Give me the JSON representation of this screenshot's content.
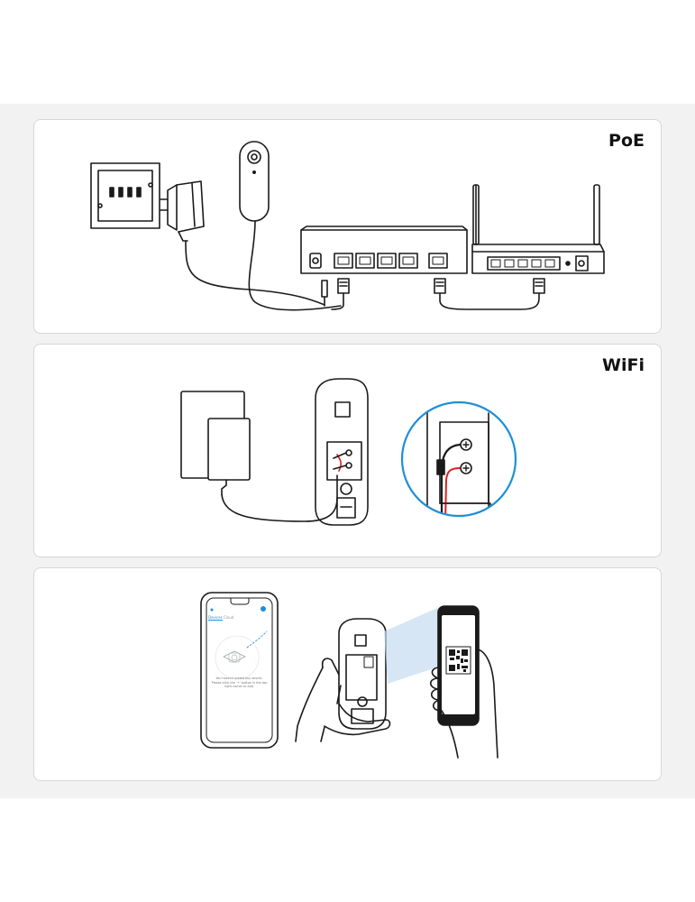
{
  "panels": {
    "poe": {
      "title": "PoE"
    },
    "wifi": {
      "title": "WiFi"
    },
    "app": {
      "phone_tab_active": "Devices",
      "phone_tab_inactive": "Cloud",
      "phone_message": "You haven't added any device. Please click the '+' button in the top right corner to add."
    }
  },
  "colors": {
    "line": "#1a1a1a",
    "accent_blue": "#1f8fd6",
    "wire_red": "#e02020",
    "panel_border": "#d6d6d8",
    "background_band": "#f2f2f3"
  },
  "icons": [
    "wall-outlet-icon",
    "power-adapter-icon",
    "doorbell-icon",
    "poe-switch-icon",
    "router-icon",
    "ethernet-plug-icon",
    "phone-icon",
    "qr-code-icon",
    "hand-icon"
  ]
}
